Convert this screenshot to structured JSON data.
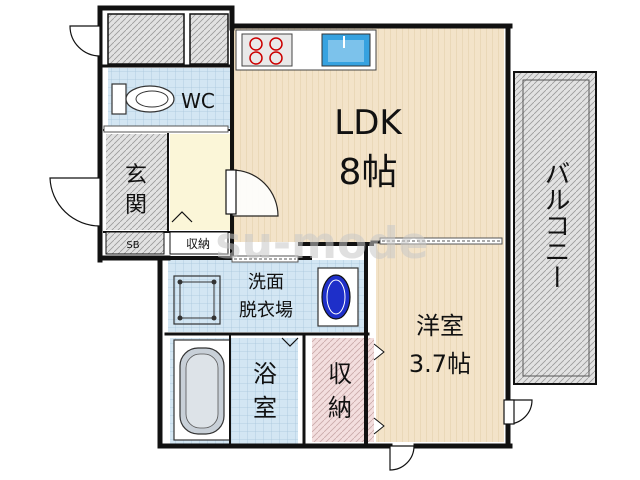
{
  "rooms": {
    "ldk": {
      "name": "LDK",
      "size": "8帖"
    },
    "wc": {
      "name": "WC"
    },
    "entrance": {
      "c1": "玄",
      "c2": "関"
    },
    "shoe_box": {
      "name": "SB"
    },
    "storage_small": {
      "name": "収納"
    },
    "washroom": {
      "line1": "洗面",
      "line2": "脱衣場"
    },
    "bathroom": {
      "c1": "浴",
      "c2": "室"
    },
    "closet": {
      "c1": "収",
      "c2": "納"
    },
    "western": {
      "name": "洋室",
      "size": "3.7帖"
    },
    "balcony": {
      "name": "バルコニー"
    }
  },
  "watermark": "su-mode",
  "colors": {
    "wall": "#111111",
    "ldk_floor": "#f2e2c8",
    "tile": "#cfe3f1",
    "hatch": "#d4d4d4",
    "closet": "#f1dede",
    "corridor": "#fbf6d8",
    "balcony": "#dcdcdc"
  }
}
